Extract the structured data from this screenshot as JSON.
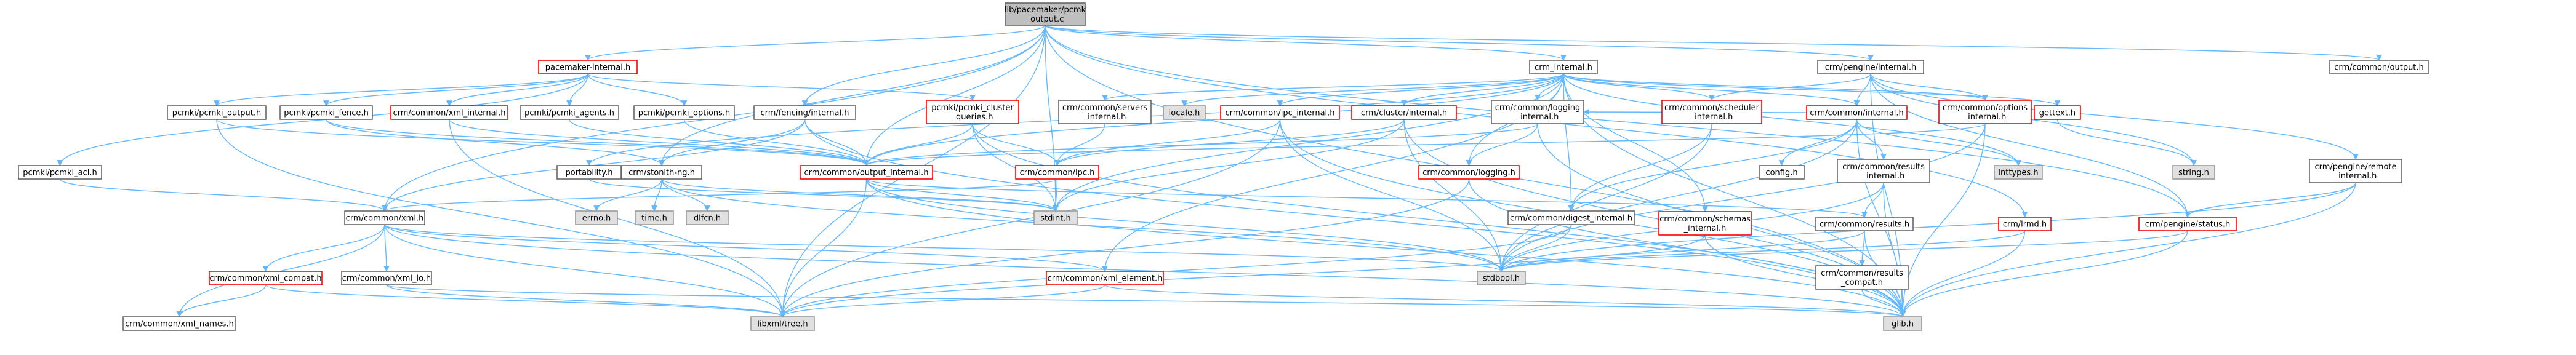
{
  "diagram": {
    "type": "include-dependency-graph",
    "colors": {
      "root_fill": "#bfbfbf",
      "root_stroke": "#666666",
      "normal_fill": "#ffffff",
      "normal_stroke": "#666666",
      "highlight_stroke": "#ff0000",
      "system_fill": "#e0e0e0",
      "system_stroke": "#999999",
      "edge": "#63b8ff"
    },
    "nodes": [
      {
        "id": "root",
        "label": "lib/pacemaker/pcmk\n_output.c",
        "kind": "root"
      },
      {
        "id": "pacemaker_internal",
        "label": "pacemaker-internal.h",
        "kind": "highlight"
      },
      {
        "id": "crm_internal",
        "label": "crm_internal.h",
        "kind": "normal"
      },
      {
        "id": "crm_pengine_internal",
        "label": "crm/pengine/internal.h",
        "kind": "normal"
      },
      {
        "id": "crm_common_output",
        "label": "crm/common/output.h",
        "kind": "normal"
      },
      {
        "id": "pcmki_output",
        "label": "pcmki/pcmki_output.h",
        "kind": "normal"
      },
      {
        "id": "pcmki_fence",
        "label": "pcmki/pcmki_fence.h",
        "kind": "normal"
      },
      {
        "id": "crm_common_xml_internal",
        "label": "crm/common/xml_internal.h",
        "kind": "highlight"
      },
      {
        "id": "pcmki_agents",
        "label": "pcmki/pcmki_agents.h",
        "kind": "normal"
      },
      {
        "id": "pcmki_options",
        "label": "pcmki/pcmki_options.h",
        "kind": "normal"
      },
      {
        "id": "crm_fencing_internal",
        "label": "crm/fencing/internal.h",
        "kind": "normal"
      },
      {
        "id": "pcmki_cluster_queries",
        "label": "pcmki/pcmki_cluster\n_queries.h",
        "kind": "highlight"
      },
      {
        "id": "crm_common_servers_internal",
        "label": "crm/common/servers\n_internal.h",
        "kind": "normal"
      },
      {
        "id": "locale",
        "label": "locale.h",
        "kind": "system"
      },
      {
        "id": "crm_common_ipc_internal",
        "label": "crm/common/ipc_internal.h",
        "kind": "highlight"
      },
      {
        "id": "crm_cluster_internal",
        "label": "crm/cluster/internal.h",
        "kind": "highlight"
      },
      {
        "id": "crm_common_logging_internal",
        "label": "crm/common/logging\n_internal.h",
        "kind": "normal"
      },
      {
        "id": "crm_common_scheduler_internal",
        "label": "crm/common/scheduler\n_internal.h",
        "kind": "highlight"
      },
      {
        "id": "crm_common_internal",
        "label": "crm/common/internal.h",
        "kind": "highlight"
      },
      {
        "id": "crm_common_options_internal",
        "label": "crm/common/options\n_internal.h",
        "kind": "highlight"
      },
      {
        "id": "gettext",
        "label": "gettext.h",
        "kind": "highlight"
      },
      {
        "id": "pcmki_acl",
        "label": "pcmki/pcmki_acl.h",
        "kind": "normal"
      },
      {
        "id": "portability",
        "label": "portability.h",
        "kind": "normal"
      },
      {
        "id": "crm_stonith_ng",
        "label": "crm/stonith-ng.h",
        "kind": "normal"
      },
      {
        "id": "crm_common_output_internal",
        "label": "crm/common/output_internal.h",
        "kind": "highlight"
      },
      {
        "id": "crm_common_ipc",
        "label": "crm/common/ipc.h",
        "kind": "highlight"
      },
      {
        "id": "crm_common_logging",
        "label": "crm/common/logging.h",
        "kind": "highlight"
      },
      {
        "id": "config",
        "label": "config.h",
        "kind": "normal"
      },
      {
        "id": "crm_common_results_internal",
        "label": "crm/common/results\n_internal.h",
        "kind": "normal"
      },
      {
        "id": "inttypes",
        "label": "inttypes.h",
        "kind": "system"
      },
      {
        "id": "string",
        "label": "string.h",
        "kind": "system"
      },
      {
        "id": "crm_common_digest_internal",
        "label": "crm/common/digest_internal.h",
        "kind": "normal"
      },
      {
        "id": "crm_pengine_remote_internal",
        "label": "crm/pengine/remote\n_internal.h",
        "kind": "normal"
      },
      {
        "id": "crm_common_xml",
        "label": "crm/common/xml.h",
        "kind": "normal"
      },
      {
        "id": "errno",
        "label": "errno.h",
        "kind": "system"
      },
      {
        "id": "time",
        "label": "time.h",
        "kind": "system"
      },
      {
        "id": "dlfcn",
        "label": "dlfcn.h",
        "kind": "system"
      },
      {
        "id": "stdint",
        "label": "stdint.h",
        "kind": "system"
      },
      {
        "id": "crm_common_schemas_internal",
        "label": "crm/common/schemas\n_internal.h",
        "kind": "highlight"
      },
      {
        "id": "crm_common_results",
        "label": "crm/common/results.h",
        "kind": "normal"
      },
      {
        "id": "crm_lrmd",
        "label": "crm/lrmd.h",
        "kind": "highlight"
      },
      {
        "id": "crm_pengine_status",
        "label": "crm/pengine/status.h",
        "kind": "highlight"
      },
      {
        "id": "crm_common_xml_compat",
        "label": "crm/common/xml_compat.h",
        "kind": "highlight"
      },
      {
        "id": "crm_common_xml_io",
        "label": "crm/common/xml_io.h",
        "kind": "normal"
      },
      {
        "id": "crm_common_xml_element",
        "label": "crm/common/xml_element.h",
        "kind": "highlight"
      },
      {
        "id": "stdbool",
        "label": "stdbool.h",
        "kind": "system"
      },
      {
        "id": "crm_common_results_compat",
        "label": "crm/common/results\n_compat.h",
        "kind": "normal"
      },
      {
        "id": "crm_common_xml_names",
        "label": "crm/common/xml_names.h",
        "kind": "normal"
      },
      {
        "id": "libxml_tree",
        "label": "libxml/tree.h",
        "kind": "system"
      },
      {
        "id": "glib",
        "label": "glib.h",
        "kind": "system"
      }
    ],
    "edges": [
      [
        "root",
        "pacemaker_internal"
      ],
      [
        "root",
        "crm_internal"
      ],
      [
        "root",
        "crm_pengine_internal"
      ],
      [
        "root",
        "crm_common_output"
      ],
      [
        "root",
        "crm_fencing_internal"
      ],
      [
        "root",
        "crm_common_xml"
      ],
      [
        "root",
        "crm_common_output_internal"
      ],
      [
        "root",
        "crm_stonith_ng"
      ],
      [
        "root",
        "crm_lrmd"
      ],
      [
        "root",
        "crm_pengine_status"
      ],
      [
        "root",
        "libxml_tree"
      ],
      [
        "root",
        "glib"
      ],
      [
        "root",
        "stdint"
      ],
      [
        "pacemaker_internal",
        "pcmki_output"
      ],
      [
        "pacemaker_internal",
        "pcmki_fence"
      ],
      [
        "pacemaker_internal",
        "pcmki_agents"
      ],
      [
        "pacemaker_internal",
        "pcmki_options"
      ],
      [
        "pacemaker_internal",
        "pcmki_cluster_queries"
      ],
      [
        "pacemaker_internal",
        "pcmki_acl"
      ],
      [
        "pacemaker_internal",
        "crm_common_xml_internal"
      ],
      [
        "crm_internal",
        "crm_common_servers_internal"
      ],
      [
        "crm_internal",
        "locale"
      ],
      [
        "crm_internal",
        "crm_common_ipc_internal"
      ],
      [
        "crm_internal",
        "crm_cluster_internal"
      ],
      [
        "crm_internal",
        "crm_common_logging_internal"
      ],
      [
        "crm_internal",
        "crm_common_scheduler_internal"
      ],
      [
        "crm_internal",
        "crm_common_internal"
      ],
      [
        "crm_internal",
        "crm_common_options_internal"
      ],
      [
        "crm_internal",
        "gettext"
      ],
      [
        "crm_internal",
        "portability"
      ],
      [
        "crm_internal",
        "crm_common_output_internal"
      ],
      [
        "crm_internal",
        "crm_common_digest_internal"
      ],
      [
        "crm_internal",
        "crm_common_logging"
      ],
      [
        "crm_internal",
        "crm_common_schemas_internal"
      ],
      [
        "crm_internal",
        "inttypes"
      ],
      [
        "crm_internal",
        "glib"
      ],
      [
        "crm_internal",
        "crm_common_xml_element"
      ],
      [
        "crm_internal",
        "stdint"
      ],
      [
        "crm_pengine_internal",
        "crm_common_scheduler_internal"
      ],
      [
        "crm_pengine_internal",
        "crm_common_internal"
      ],
      [
        "crm_pengine_internal",
        "crm_common_options_internal"
      ],
      [
        "crm_pengine_internal",
        "crm_pengine_remote_internal"
      ],
      [
        "crm_pengine_internal",
        "crm_pengine_status"
      ],
      [
        "crm_pengine_internal",
        "string"
      ],
      [
        "crm_pengine_internal",
        "glib"
      ],
      [
        "pcmki_output",
        "crm_common_output_internal"
      ],
      [
        "pcmki_output",
        "libxml_tree"
      ],
      [
        "pcmki_fence",
        "crm_stonith_ng"
      ],
      [
        "pcmki_fence",
        "crm_common_output_internal"
      ],
      [
        "crm_common_xml_internal",
        "crm_common_output_internal"
      ],
      [
        "crm_common_xml_internal",
        "libxml_tree"
      ],
      [
        "pcmki_agents",
        "crm_common_output_internal"
      ],
      [
        "pcmki_options",
        "crm_common_output_internal"
      ],
      [
        "crm_fencing_internal",
        "crm_common_xml"
      ],
      [
        "crm_fencing_internal",
        "crm_stonith_ng"
      ],
      [
        "crm_fencing_internal",
        "crm_common_output_internal"
      ],
      [
        "crm_fencing_internal",
        "glib"
      ],
      [
        "pcmki_cluster_queries",
        "crm_common_ipc"
      ],
      [
        "pcmki_cluster_queries",
        "crm_common_output_internal"
      ],
      [
        "pcmki_cluster_queries",
        "stdint"
      ],
      [
        "pcmki_cluster_queries",
        "glib"
      ],
      [
        "crm_common_servers_internal",
        "crm_common_ipc"
      ],
      [
        "crm_common_ipc_internal",
        "crm_common_ipc"
      ],
      [
        "crm_common_ipc_internal",
        "stdbool"
      ],
      [
        "crm_common_ipc_internal",
        "glib"
      ],
      [
        "crm_common_ipc_internal",
        "libxml_tree"
      ],
      [
        "crm_cluster_internal",
        "crm_common_ipc"
      ],
      [
        "crm_cluster_internal",
        "stdbool"
      ],
      [
        "crm_cluster_internal",
        "stdint"
      ],
      [
        "crm_cluster_internal",
        "glib"
      ],
      [
        "crm_common_logging_internal",
        "crm_common_logging"
      ],
      [
        "crm_common_logging_internal",
        "crm_common_output_internal"
      ],
      [
        "crm_common_logging_internal",
        "glib"
      ],
      [
        "crm_common_scheduler_internal",
        "crm_common_digest_internal"
      ],
      [
        "crm_common_scheduler_internal",
        "stdbool"
      ],
      [
        "crm_common_internal",
        "config"
      ],
      [
        "crm_common_internal",
        "crm_common_results_internal"
      ],
      [
        "crm_common_internal",
        "crm_common_digest_internal"
      ],
      [
        "crm_common_internal",
        "crm_common_logging_internal"
      ],
      [
        "crm_common_internal",
        "inttypes"
      ],
      [
        "crm_common_internal",
        "glib"
      ],
      [
        "crm_common_internal",
        "stdbool"
      ],
      [
        "crm_common_options_internal",
        "crm_common_output_internal"
      ],
      [
        "crm_common_options_internal",
        "glib"
      ],
      [
        "crm_common_options_internal",
        "stdbool"
      ],
      [
        "gettext",
        "string"
      ],
      [
        "pcmki_acl",
        "crm_common_xml"
      ],
      [
        "portability",
        "stdint"
      ],
      [
        "crm_stonith_ng",
        "errno"
      ],
      [
        "crm_stonith_ng",
        "time"
      ],
      [
        "crm_stonith_ng",
        "dlfcn"
      ],
      [
        "crm_stonith_ng",
        "stdint"
      ],
      [
        "crm_stonith_ng",
        "stdbool"
      ],
      [
        "crm_common_output_internal",
        "crm_common_results"
      ],
      [
        "crm_common_output_internal",
        "stdbool"
      ],
      [
        "crm_common_output_internal",
        "stdint"
      ],
      [
        "crm_common_output_internal",
        "glib"
      ],
      [
        "crm_common_output_internal",
        "libxml_tree"
      ],
      [
        "crm_common_ipc",
        "crm_common_xml"
      ],
      [
        "crm_common_ipc",
        "stdint"
      ],
      [
        "crm_common_logging",
        "libxml_tree"
      ],
      [
        "crm_common_logging",
        "glib"
      ],
      [
        "crm_common_results_internal",
        "crm_common_results"
      ],
      [
        "crm_common_results_internal",
        "glib"
      ],
      [
        "crm_common_results_internal",
        "stdbool"
      ],
      [
        "crm_common_digest_internal",
        "stdbool"
      ],
      [
        "crm_common_digest_internal",
        "libxml_tree"
      ],
      [
        "crm_pengine_remote_internal",
        "crm_pengine_status"
      ],
      [
        "crm_pengine_remote_internal",
        "stdbool"
      ],
      [
        "crm_pengine_remote_internal",
        "glib"
      ],
      [
        "crm_common_xml",
        "crm_common_xml_compat"
      ],
      [
        "crm_common_xml",
        "crm_common_xml_io"
      ],
      [
        "crm_common_xml",
        "crm_common_xml_names"
      ],
      [
        "crm_common_xml",
        "crm_common_xml_element"
      ],
      [
        "crm_common_xml",
        "libxml_tree"
      ],
      [
        "crm_common_xml",
        "stdbool"
      ],
      [
        "crm_common_xml",
        "glib"
      ],
      [
        "crm_common_schemas_internal",
        "libxml_tree"
      ],
      [
        "crm_common_schemas_internal",
        "glib"
      ],
      [
        "crm_common_results",
        "crm_common_results_compat"
      ],
      [
        "crm_common_results",
        "glib"
      ],
      [
        "crm_common_results",
        "stdbool"
      ],
      [
        "crm_lrmd",
        "stdbool"
      ],
      [
        "crm_lrmd",
        "glib"
      ],
      [
        "crm_pengine_status",
        "stdbool"
      ],
      [
        "crm_pengine_status",
        "glib"
      ],
      [
        "crm_common_xml_compat",
        "crm_common_xml_names"
      ],
      [
        "crm_common_xml_compat",
        "libxml_tree"
      ],
      [
        "crm_common_xml_io",
        "libxml_tree"
      ],
      [
        "crm_common_xml_io",
        "glib"
      ],
      [
        "crm_common_xml_element",
        "libxml_tree"
      ],
      [
        "crm_common_xml_element",
        "glib"
      ],
      [
        "crm_common_results_compat",
        "glib"
      ]
    ]
  }
}
